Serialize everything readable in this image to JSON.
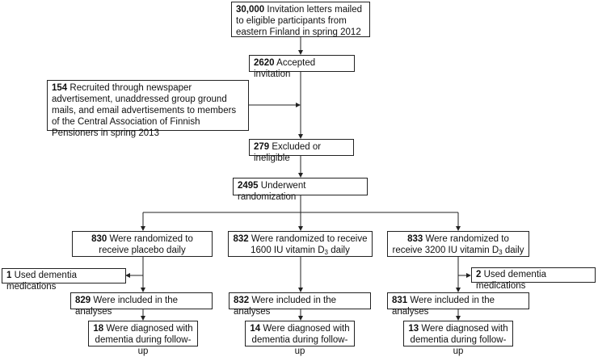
{
  "boxes": {
    "invitation": {
      "num": "30,000",
      "text": "Invitation letters mailed to eligible participants from eastern Finland in spring 2012"
    },
    "accepted": {
      "num": "2620",
      "text": "Accepted invitation"
    },
    "recruited": {
      "num": "154",
      "text": "Recruited through newspaper advertisement, unaddressed group ground mails, and email advertisements to members of the Central Association of Finnish Pensioners in spring 2013"
    },
    "excluded": {
      "num": "279",
      "text": "Excluded or ineligible"
    },
    "randomization": {
      "num": "2495",
      "text": "Underwent randomization"
    },
    "arm_placebo": {
      "num": "830",
      "text": "Were randomized to receive placebo daily"
    },
    "arm_1600": {
      "num": "832",
      "text_a": "Were randomized to receive 1600 IU vitamin D",
      "sub": "3",
      "text_b": " daily"
    },
    "arm_3200": {
      "num": "833",
      "text_a": "Were randomized to receive 3200 IU vitamin D",
      "sub": "3",
      "text_b": " daily"
    },
    "dementia_med_left": {
      "num": "1",
      "text": "Used dementia medications"
    },
    "dementia_med_right": {
      "num": "2",
      "text": "Used dementia medications"
    },
    "analysed_placebo": {
      "num": "829",
      "text": "Were included in the analyses"
    },
    "analysed_1600": {
      "num": "832",
      "text": "Were included in the analyses"
    },
    "analysed_3200": {
      "num": "831",
      "text": "Were included in the analyses"
    },
    "diag_placebo": {
      "num": "18",
      "text": "Were diagnosed with dementia during follow-up"
    },
    "diag_1600": {
      "num": "14",
      "text": "Were diagnosed with dementia during follow-up"
    },
    "diag_3200": {
      "num": "13",
      "text": "Were diagnosed with dementia during follow-up"
    }
  }
}
